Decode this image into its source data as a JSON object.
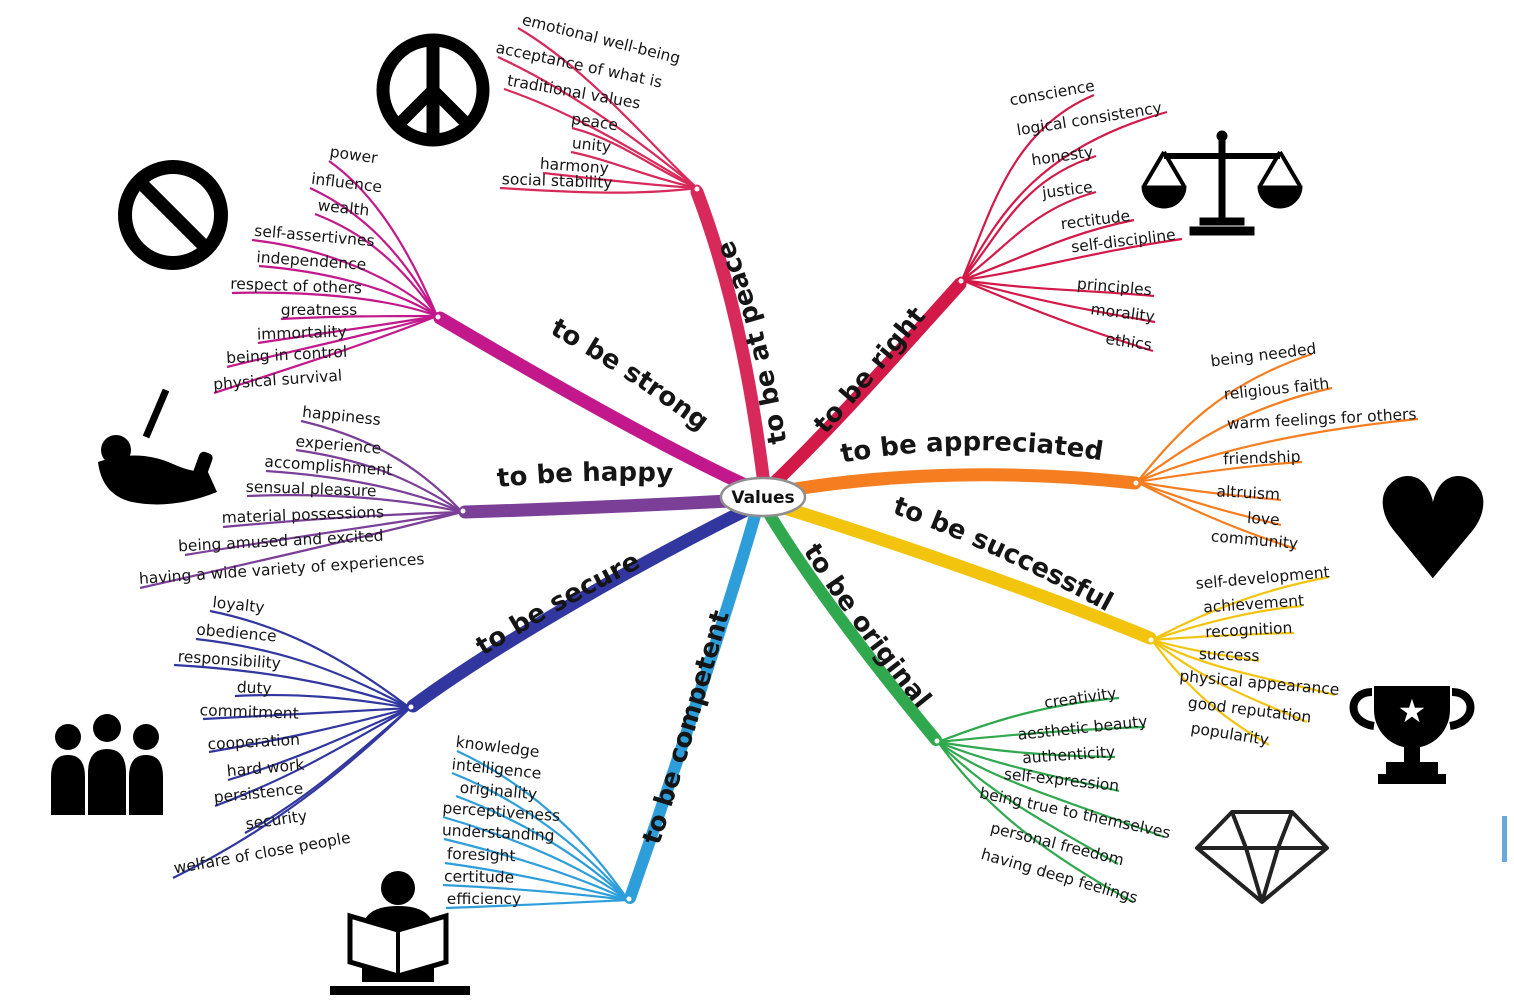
{
  "center": {
    "label": "Values"
  },
  "branches": [
    {
      "id": "to-be-at-peace",
      "label": "to be at peace",
      "color": "#d8295b",
      "leaves": [
        "emotional well-being",
        "acceptance of what is",
        "traditional values",
        "peace",
        "unity",
        "harmony",
        "social stability"
      ]
    },
    {
      "id": "to-be-right",
      "label": "to be right",
      "color": "#d21948",
      "leaves": [
        "conscience",
        "logical consistency",
        "honesty",
        "justice",
        "rectitude",
        "self-discipline",
        "principles",
        "morality",
        "ethics"
      ]
    },
    {
      "id": "to-be-appreciated",
      "label": "to be appreciated",
      "color": "#f57e20",
      "leaves": [
        "being needed",
        "religious faith",
        "warm feelings for others",
        "friendship",
        "altruism",
        "love",
        "community"
      ]
    },
    {
      "id": "to-be-successful",
      "label": "to be successful",
      "color": "#f2c40e",
      "leaves": [
        "self-development",
        "achievement",
        "recognition",
        "success",
        "physical appearance",
        "good reputation",
        "popularity"
      ]
    },
    {
      "id": "to-be-original",
      "label": "to be original",
      "color": "#2fa84e",
      "leaves": [
        "creativity",
        "aesthetic beauty",
        "authenticity",
        "self-expression",
        "being true to themselves",
        "personal freedom",
        "having deep feelings"
      ]
    },
    {
      "id": "to-be-competent",
      "label": "to be competent",
      "color": "#2d9eda",
      "leaves": [
        "knowledge",
        "intelligence",
        "originality",
        "perceptiveness",
        "understanding",
        "foresight",
        "certitude",
        "efficiency"
      ]
    },
    {
      "id": "to-be-secure",
      "label": "to be secure",
      "color": "#31379f",
      "leaves": [
        "loyalty",
        "obedience",
        "responsibility",
        "duty",
        "commitment",
        "cooperation",
        "hard work",
        "persistence",
        "security",
        "welfare of close people"
      ]
    },
    {
      "id": "to-be-happy",
      "label": "to be happy",
      "color": "#7b3f97",
      "leaves": [
        "happiness",
        "experience",
        "accomplishment",
        "sensual pleasure",
        "material possessions",
        "being amused and excited",
        "having a wide variety of experiences"
      ]
    },
    {
      "id": "to-be-strong",
      "label": "to be strong",
      "color": "#c2188c",
      "leaves": [
        "power",
        "influence",
        "wealth",
        "self-assertivnes",
        "independence",
        "respect of others",
        "greatness",
        "immortality",
        "being in control",
        "physical survival"
      ]
    }
  ],
  "icons": {
    "heart": "♥",
    "trophy_star": "★"
  }
}
